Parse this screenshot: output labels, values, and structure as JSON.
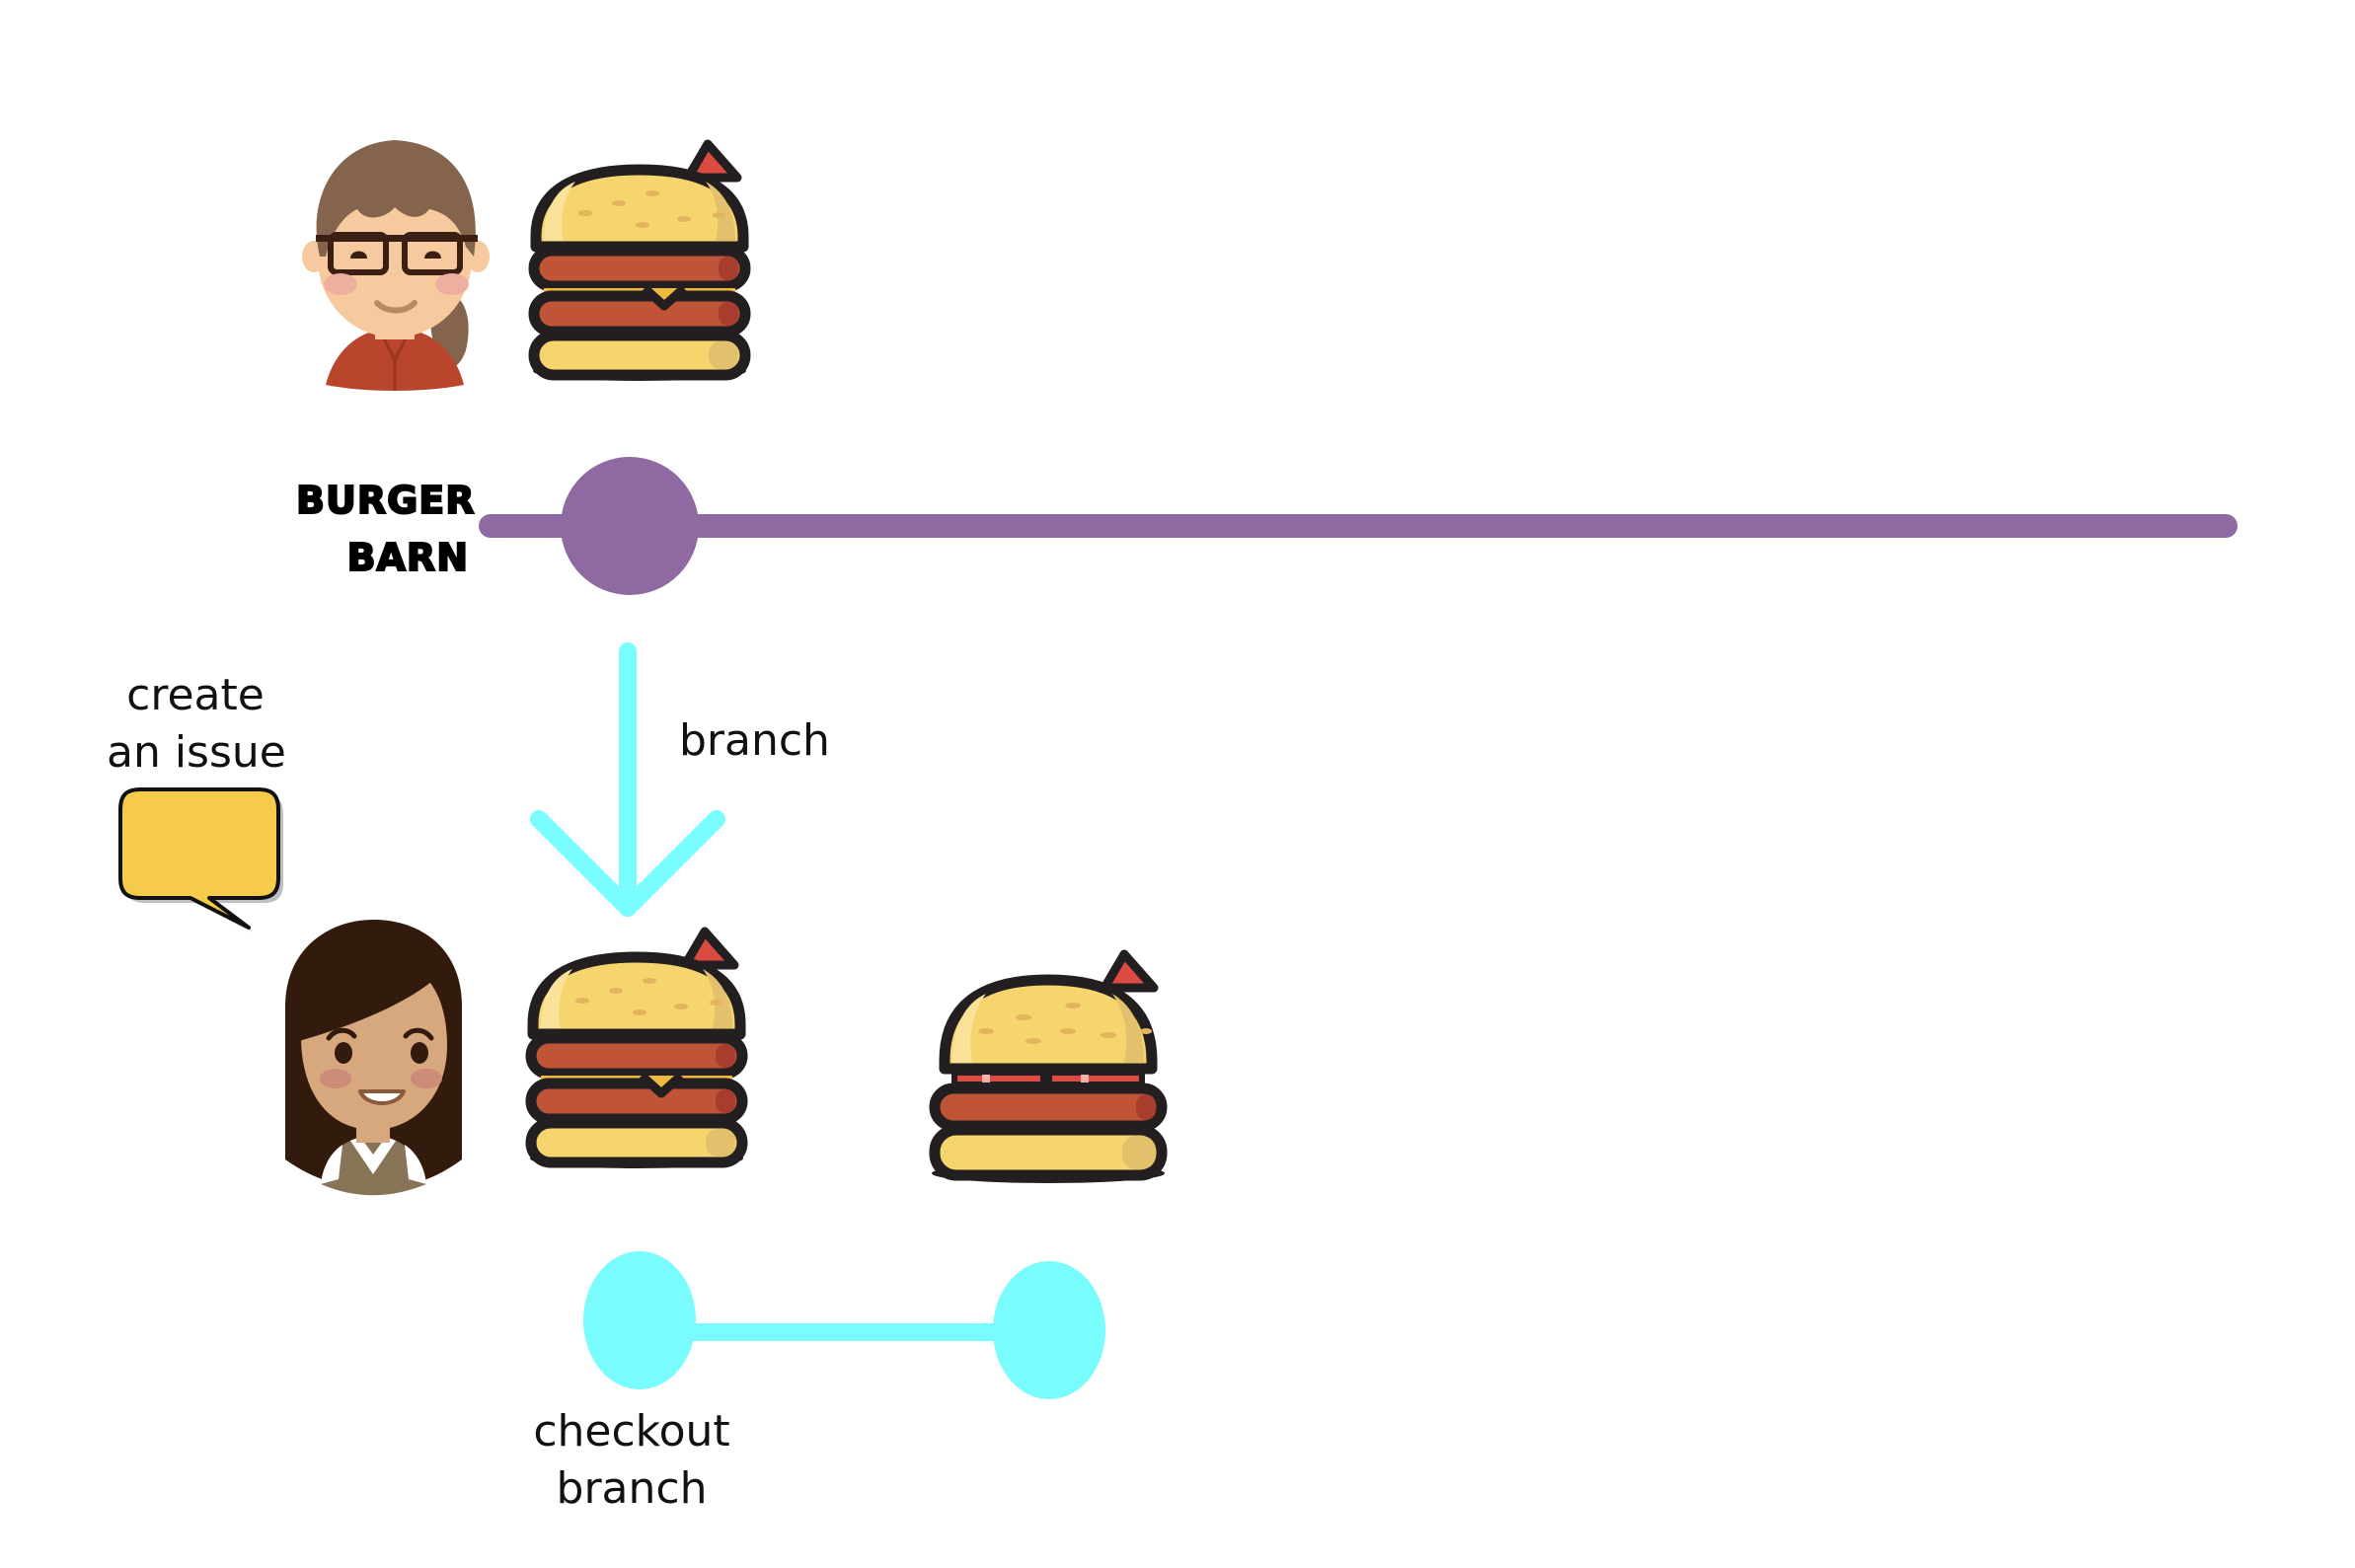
{
  "diagram": {
    "main_branch": {
      "name_line1": "BURGER",
      "name_line2": "BARN",
      "color": "#8E69A2"
    },
    "feature_branch": {
      "color": "#78FCFD"
    },
    "labels": {
      "create_issue_line1": "create",
      "create_issue_line2": "an issue",
      "branch": "branch",
      "checkout_line1": "checkout",
      "checkout_line2": "branch"
    },
    "icons": {
      "avatar_top": "woman-with-glasses-avatar",
      "avatar_bottom": "woman-long-hair-avatar",
      "burger_main": "double-cheeseburger-with-flag",
      "burger_branch_copy": "double-cheeseburger-with-flag",
      "burger_modified": "burger-with-bacon-and-flag",
      "speech_bubble": "speech-bubble",
      "arrow": "arrow-down"
    },
    "colors": {
      "bun": "#F6D46E",
      "bun_shade": "#E3C06C",
      "patty": "#C05436",
      "outline": "#231F20",
      "flag": "#DC4B42",
      "bubble": "#F6CB4A",
      "cheese": "#EFB840"
    }
  }
}
